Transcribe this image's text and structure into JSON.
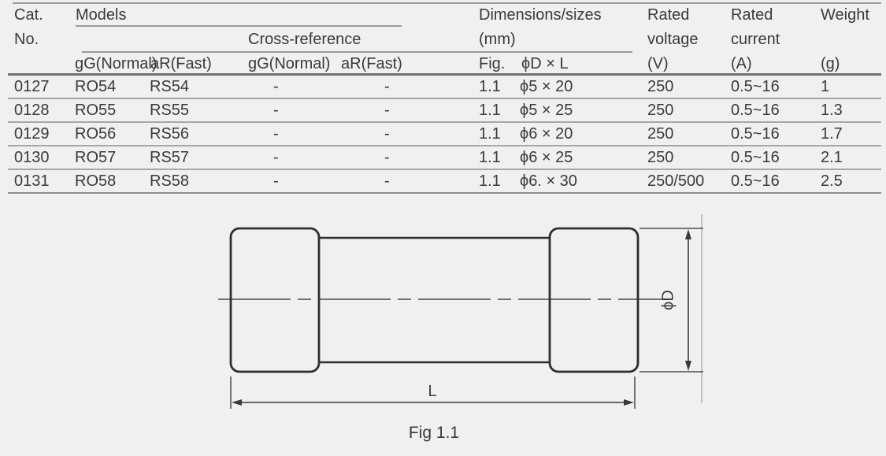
{
  "table": {
    "headers": {
      "cat_line1": "Cat.",
      "cat_line2": "No.",
      "models": "Models",
      "cross_reference": "Cross-reference",
      "col_models_gg": "gG(Normal)",
      "col_models_ar": "aR(Fast)",
      "col_xref_gg": "gG(Normal)",
      "col_xref_ar": "aR(Fast)",
      "dimensions_line1": "Dimensions/sizes",
      "dimensions_line2": "(mm)",
      "col_fig": "Fig.",
      "col_dxl": "ϕD × L",
      "voltage_line1": "Rated",
      "voltage_line2": "voltage",
      "voltage_line3": "(V)",
      "current_line1": "Rated",
      "current_line2": "current",
      "current_line3": "(A)",
      "weight_line1": "Weight",
      "weight_line2": "(g)"
    },
    "rows": [
      {
        "cat": "0127",
        "model_gg": "RO54",
        "model_ar": "RS54",
        "xref_gg": "-",
        "xref_ar": "-",
        "fig": "1.1",
        "dxl": "ϕ5 × 20",
        "voltage": "250",
        "current": "0.5~16",
        "weight": "1"
      },
      {
        "cat": "0128",
        "model_gg": "RO55",
        "model_ar": "RS55",
        "xref_gg": "-",
        "xref_ar": "-",
        "fig": "1.1",
        "dxl": "ϕ5 × 25",
        "voltage": "250",
        "current": "0.5~16",
        "weight": "1.3"
      },
      {
        "cat": "0129",
        "model_gg": "RO56",
        "model_ar": "RS56",
        "xref_gg": "-",
        "xref_ar": "-",
        "fig": "1.1",
        "dxl": "ϕ6 × 20",
        "voltage": "250",
        "current": "0.5~16",
        "weight": "1.7"
      },
      {
        "cat": "0130",
        "model_gg": "RO57",
        "model_ar": "RS57",
        "xref_gg": "-",
        "xref_ar": "-",
        "fig": "1.1",
        "dxl": "ϕ6 × 25",
        "voltage": "250",
        "current": "0.5~16",
        "weight": "2.1"
      },
      {
        "cat": "0131",
        "model_gg": "RO58",
        "model_ar": "RS58",
        "xref_gg": "-",
        "xref_ar": "-",
        "fig": "1.1",
        "dxl": "ϕ6. × 30",
        "voltage": "250/500",
        "current": "0.5~16",
        "weight": "2.5"
      }
    ]
  },
  "figure": {
    "caption": "Fig 1.1",
    "label_length": "L",
    "label_diameter": "ϕD"
  },
  "colors": {
    "background": "#eff0f1",
    "text": "#3a3a3c",
    "line_light": "#9b9b9d",
    "line_header_bottom": "#717173",
    "row_separator": "#a7a7a9",
    "drawing_stroke": "#2e2e30"
  }
}
